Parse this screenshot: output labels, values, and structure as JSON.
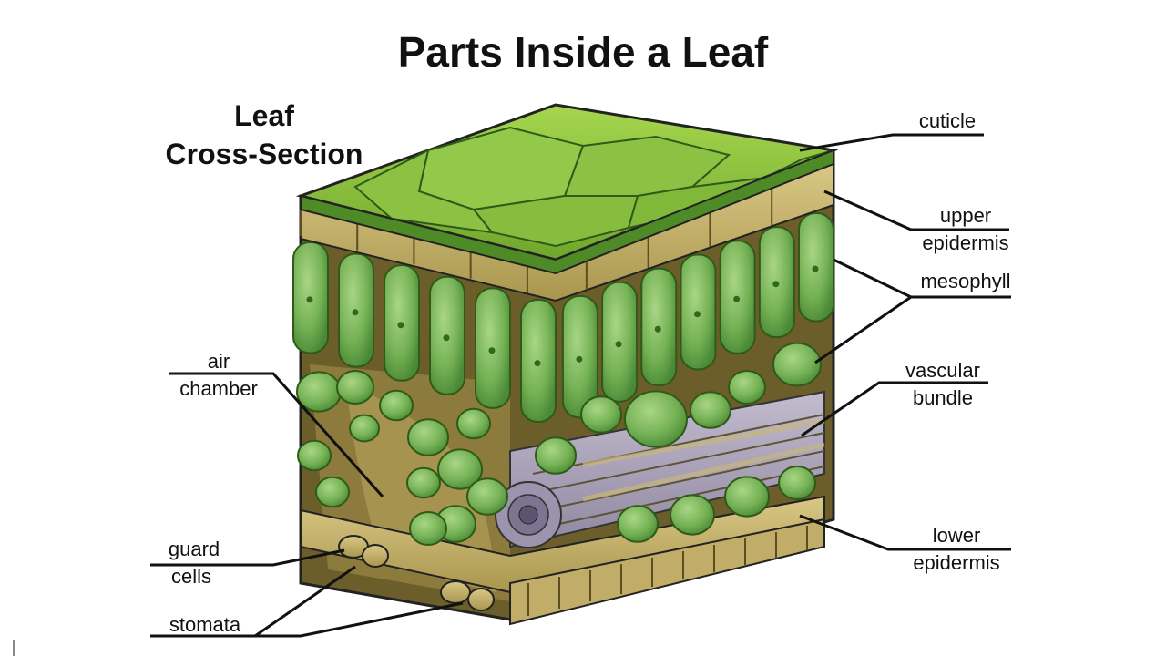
{
  "title": "Parts Inside a Leaf",
  "subtitle": [
    "Leaf",
    "Cross-Section"
  ],
  "labels": {
    "cuticle": "cuticle",
    "upper_epidermis": [
      "upper",
      "epidermis"
    ],
    "mesophyll": "mesophyll",
    "vascular_bundle": [
      "vascular",
      "bundle"
    ],
    "lower_epidermis": [
      "lower",
      "epidermis"
    ],
    "air_chamber": [
      "air",
      "chamber"
    ],
    "guard_cells": [
      "guard",
      "cells"
    ],
    "stomata": "stomata"
  },
  "colors": {
    "cell_green": "#7cb35a",
    "cell_dark": "#3f7a2e",
    "top_green": "#86bf3a",
    "epidermis_tan": "#c9b56e",
    "air_brown": "#8a7a3a",
    "vascular_purple": "#a7a0b6",
    "line": "#111111"
  }
}
